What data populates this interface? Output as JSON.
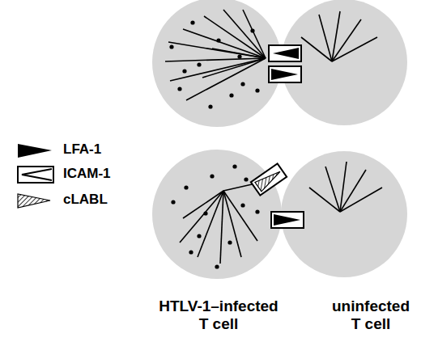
{
  "diagram": {
    "labels": [
      "HTLV-1–infected T cell",
      "uninfected T cell"
    ],
    "legend": [
      {
        "text": "LFA-1"
      },
      {
        "text": "ICAM-1"
      },
      {
        "text": "cLABL"
      }
    ]
  }
}
